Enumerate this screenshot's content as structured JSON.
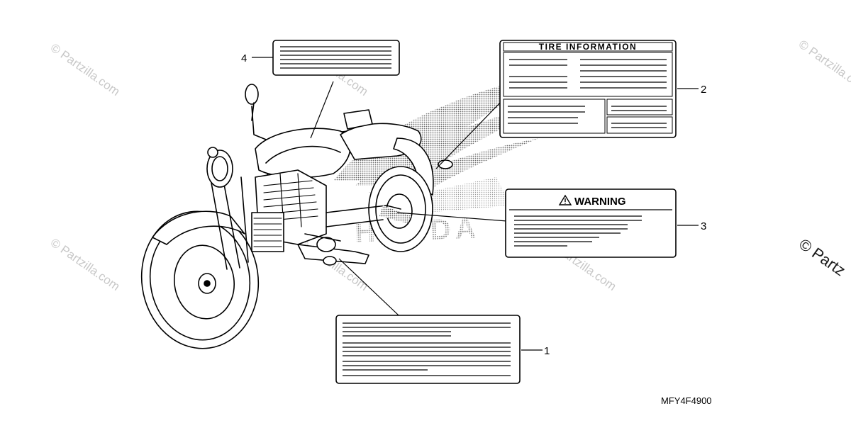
{
  "diagram": {
    "code": "MFY4F4900",
    "watermark": "© Partzilla.com",
    "watermark_cut": "© Partz",
    "callouts": [
      {
        "id": "1",
        "label": "1"
      },
      {
        "id": "2",
        "label": "2"
      },
      {
        "id": "3",
        "label": "3"
      },
      {
        "id": "4",
        "label": "4"
      }
    ],
    "labels": {
      "tire_title": "TIRE INFORMATION",
      "warning_title": "WARNING"
    },
    "brand_mark": "HONDA"
  }
}
